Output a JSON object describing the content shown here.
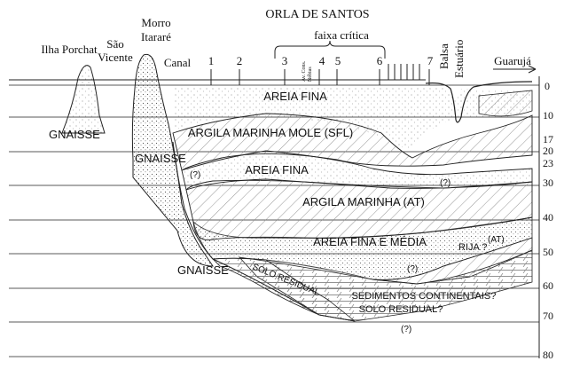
{
  "title": "ORLA DE SANTOS",
  "bracket_label": "faixa crítica",
  "places": {
    "ilha_porchat": "Ilha Porchat",
    "sao_vicente": [
      "São",
      "Vicente"
    ],
    "morro_itarare": [
      "Morro",
      "Itararé"
    ],
    "canal": "Canal",
    "balsa": "Balsa",
    "estuario": "Estuário",
    "guaruja": "Guarujá"
  },
  "profiles": [
    "1",
    "2",
    "3",
    "4",
    "5",
    "6",
    "7"
  ],
  "small_labels": [
    "Av. Cons.",
    "Nébias"
  ],
  "depths": [
    "0",
    "10",
    "17",
    "20",
    "23",
    "30",
    "40",
    "50",
    "60",
    "70",
    "80"
  ],
  "layers": {
    "areia_fina_1": "AREIA FINA",
    "argila_mole": "ARGILA MARINHA MOLE (SFL)",
    "areia_fina_2": "AREIA FINA",
    "argila_at": "ARGILA MARINHA (AT)",
    "areia_media": "AREIA FINA E MÉDIA",
    "rija": "RIJA ?",
    "at_small": "(AT)",
    "solo_residual": "SOLO RESIDUAL",
    "sed_continentais": "SEDIMENTOS CONTINENTAIS?",
    "solo_residual_q": "SOLO RESIDUAL?"
  },
  "rock": [
    "GNAISSE",
    "GNAISSE",
    "GNAISSE"
  ],
  "uncertain": [
    "(?)",
    "(?)",
    "(?)",
    "(?)"
  ]
}
